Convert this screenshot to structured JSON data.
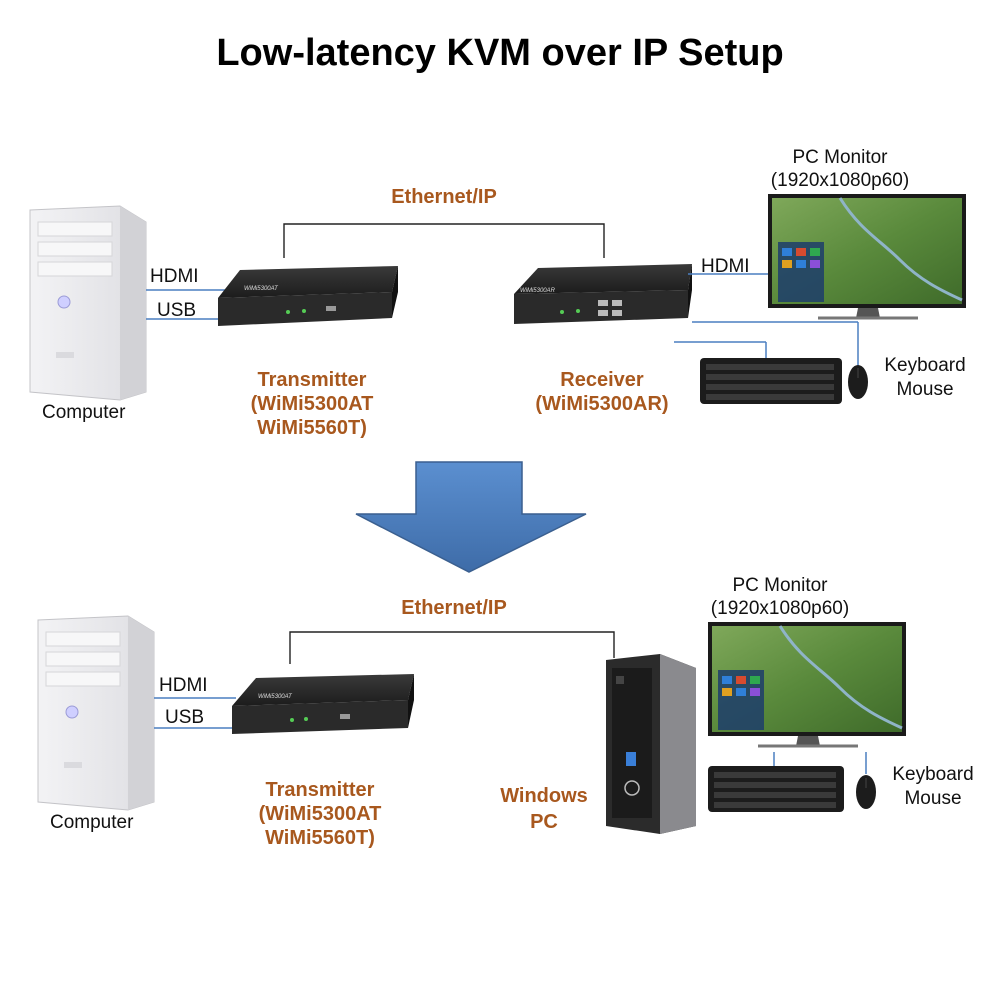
{
  "title": "Low-latency KVM over IP Setup",
  "top": {
    "network_label": "Ethernet/IP",
    "computer_label": "Computer",
    "hdmi_left": "HDMI",
    "usb_left": "USB",
    "transmitter_box_text": "WiMi5300AT",
    "transmitter_label_lines": [
      "Transmitter",
      "(WiMi5300AT",
      "WiMi5560T)"
    ],
    "receiver_box_text": "WiMi5300AR",
    "receiver_label_lines": [
      "Receiver",
      "(WiMi5300AR)"
    ],
    "hdmi_right": "HDMI",
    "monitor_label_lines": [
      "PC Monitor",
      "(1920x1080p60)"
    ],
    "peripherals_lines": [
      "Keyboard",
      "Mouse"
    ]
  },
  "bottom": {
    "network_label": "Ethernet/IP",
    "computer_label": "Computer",
    "hdmi_left": "HDMI",
    "usb_left": "USB",
    "transmitter_box_text": "WiMi5300AT",
    "transmitter_label_lines": [
      "Transmitter",
      "(WiMi5300AT",
      "WiMi5560T)"
    ],
    "pc_label_lines": [
      "Windows",
      "PC"
    ],
    "monitor_label_lines": [
      "PC Monitor",
      "(1920x1080p60)"
    ],
    "peripherals_lines": [
      "Keyboard",
      "Mouse"
    ]
  },
  "colors": {
    "accent_label": "#a8581e",
    "arrow_fill": "#4f81bd",
    "cable_blue": "#4a7fc1",
    "cable_dark": "#222222"
  }
}
